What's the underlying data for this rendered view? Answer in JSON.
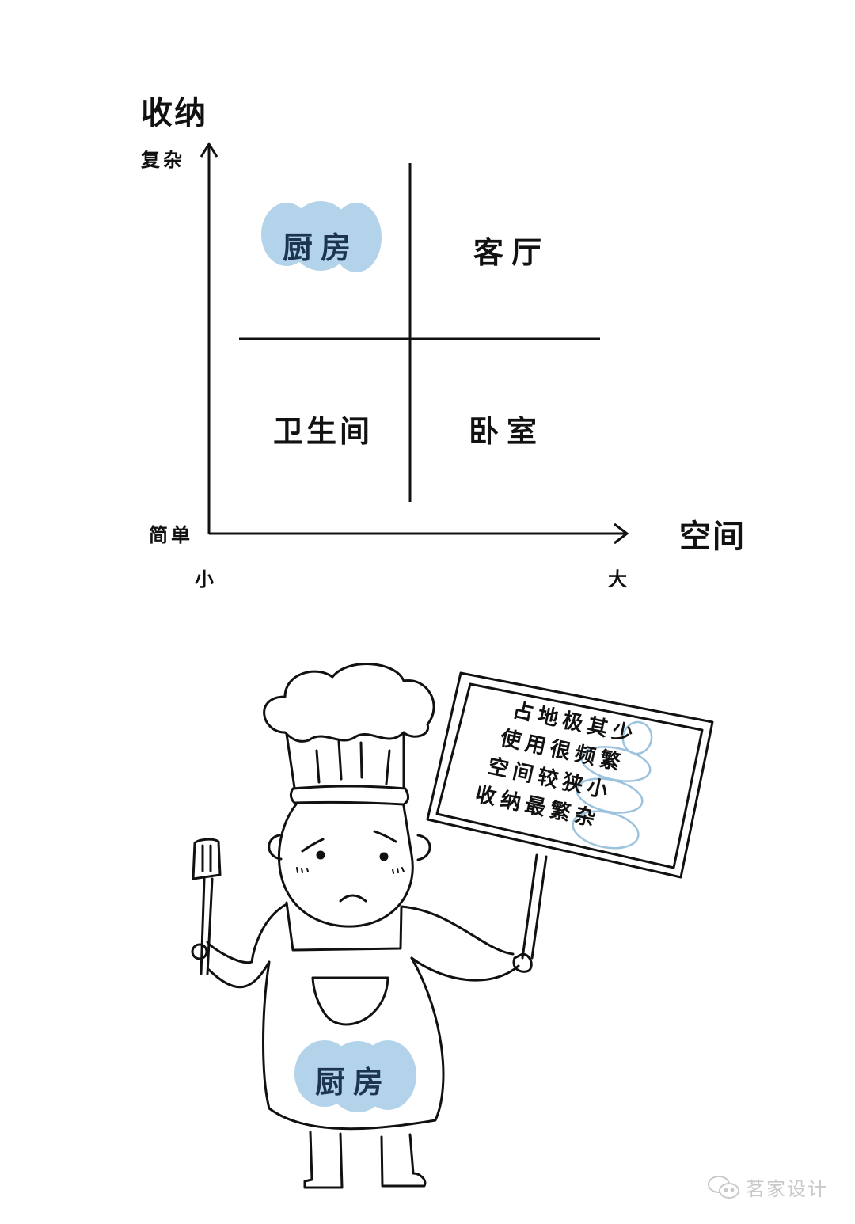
{
  "matrix": {
    "y_axis": {
      "title": "收纳",
      "high_label": "复杂",
      "low_label": "简单"
    },
    "x_axis": {
      "title": "空间",
      "low_label": "小",
      "high_label": "大"
    },
    "quadrants": [
      {
        "position": "top-left",
        "label": "厨房",
        "highlighted": true
      },
      {
        "position": "top-right",
        "label": "客厅",
        "highlighted": false
      },
      {
        "position": "bottom-left",
        "label": "卫生间",
        "highlighted": false
      },
      {
        "position": "bottom-right",
        "label": "卧室",
        "highlighted": false
      }
    ]
  },
  "chef": {
    "apron_label": "厨房",
    "sign_lines": [
      {
        "plain": "占地极其",
        "circled": "少"
      },
      {
        "plain": "使用很",
        "circled": "频繁"
      },
      {
        "plain": "空间较",
        "circled": "狭小"
      },
      {
        "plain": "收纳最",
        "circled": "繁杂"
      }
    ]
  },
  "watermark": {
    "icon": "wechat-icon",
    "text": "茗家设计"
  },
  "colors": {
    "highlight_fill": "#b3d3ea",
    "highlight_text": "#1c3450",
    "line": "#111111",
    "circle_stroke": "#9cc3de"
  }
}
